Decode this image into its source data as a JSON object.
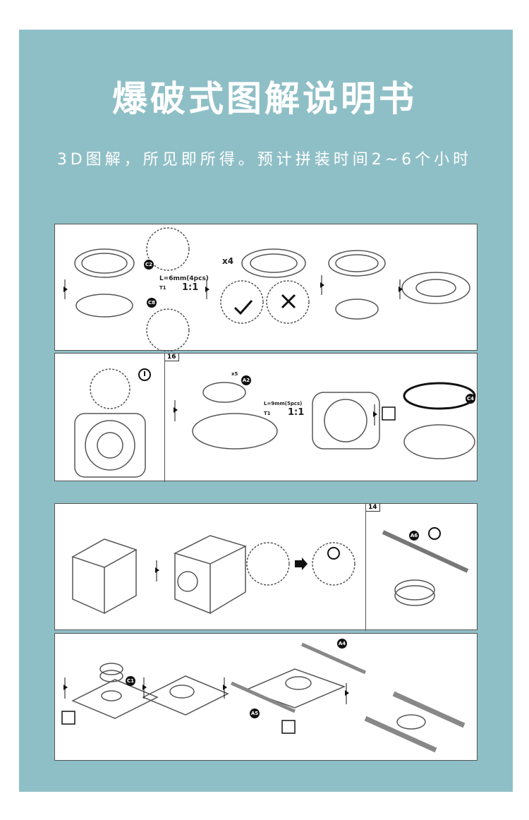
{
  "header": {
    "title": "爆破式图解说明书",
    "subtitle": "3D图解，所见即所得。预计拼装时间2~6个小时"
  },
  "colors": {
    "background": "#8fbfc6",
    "panel": "#ffffff"
  },
  "panel1": {
    "part_c2": "C2",
    "part_c8": "C8",
    "spec": "L=6mm(4pcs)",
    "t1": "T1",
    "ratio": "1:1",
    "count": "x4"
  },
  "panel2": {
    "step": "16",
    "part_a2": "A2",
    "count": "x5",
    "spec": "L=9mm(5pcs)",
    "t1": "T1",
    "ratio": "1:1",
    "part_c4": "C4"
  },
  "panel3": {
    "step": "14",
    "part_a6": "A6"
  },
  "panel4": {
    "part_c1": "C1",
    "part_a4": "A4",
    "part_a5": "A5"
  }
}
